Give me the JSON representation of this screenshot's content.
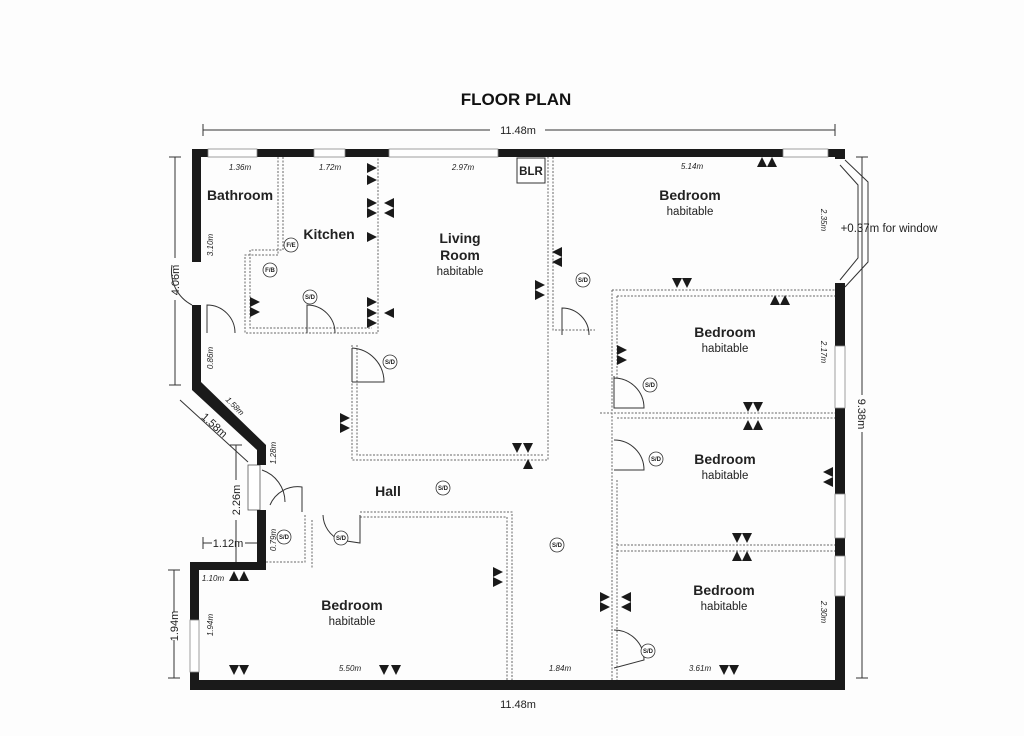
{
  "title": "FLOOR PLAN",
  "rooms": {
    "bathroom": "Bathroom",
    "kitchen": "Kitchen",
    "living_1": "Living",
    "living_2": "Room",
    "bedroom": "Bedroom",
    "hall": "Hall",
    "habitable": "habitable",
    "boiler": "BLR"
  },
  "dimensions": {
    "overall_width_top": "11.48m",
    "overall_width_bottom": "11.48m",
    "overall_height": "9.38m",
    "left_upper": "4.06m",
    "diagonal": "1.58m",
    "diagonal_inner": "1.58m",
    "entrance_height": "2.26m",
    "entrance_offset": "1.12m",
    "left_lower": "1.94m",
    "bathroom_w": "1.36m",
    "kitchen_w": "1.72m",
    "living_w": "2.97m",
    "bedroom1_w": "5.14m",
    "bathroom_h": "3.10m",
    "hall_left": "0.86m",
    "bedroom1_h": "2.35m",
    "bedroom2_h": "2.17m",
    "bedroom5_h": "2.30m",
    "bedroom3_w": "5.50m",
    "hall_w": "1.84m",
    "bedroom3_h": "1.94m",
    "lobby_w": "0.79m",
    "bedroom5_w": "3.61m",
    "small_1": "1.10m",
    "small_2": "1.28m",
    "window_note": "+0.37m for window"
  },
  "symbols": {
    "smoke": "S/D",
    "fire_ext": "F/E",
    "fire_blanket": "F/B"
  }
}
